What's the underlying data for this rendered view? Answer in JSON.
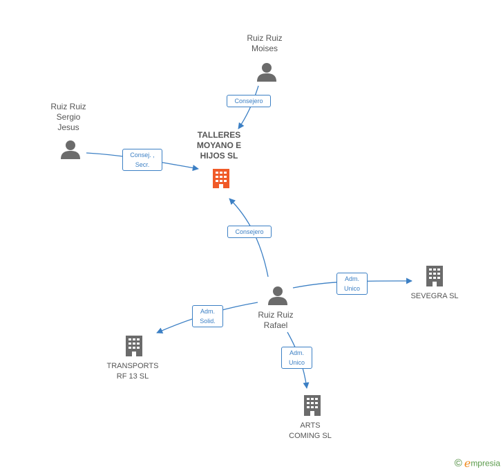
{
  "colors": {
    "edge": "#3b7fc4",
    "person_icon": "#6b6b6b",
    "company_icon": "#6b6b6b",
    "main_company_icon": "#f05a28"
  },
  "nodes": {
    "main": {
      "label": "TALLERES\nMOYANO E\nHIJOS SL",
      "icon": "building-icon"
    },
    "moises": {
      "label": "Ruiz Ruiz\nMoises",
      "icon": "person-icon"
    },
    "sergio": {
      "label": "Ruiz Ruiz\nSergio\nJesus",
      "icon": "person-icon"
    },
    "rafael": {
      "label": "Ruiz Ruiz\nRafael",
      "icon": "person-icon"
    },
    "sevegra": {
      "label": "SEVEGRA SL",
      "icon": "building-icon"
    },
    "transports": {
      "label": "TRANSPORTS\nRF 13 SL",
      "icon": "building-icon"
    },
    "arts": {
      "label": "ARTS\nCOMING SL",
      "icon": "building-icon"
    }
  },
  "edges": {
    "moises_main": "Consejero",
    "sergio_main": "Consej. ,\nSecr.",
    "rafael_main": "Consejero",
    "rafael_sevegra": "Adm.\nUnico",
    "rafael_transports": "Adm.\nSolid.",
    "rafael_arts": "Adm.\nUnico"
  },
  "footer": {
    "copyright": "©",
    "brand_initial": "e",
    "brand_rest": "mpresia"
  }
}
